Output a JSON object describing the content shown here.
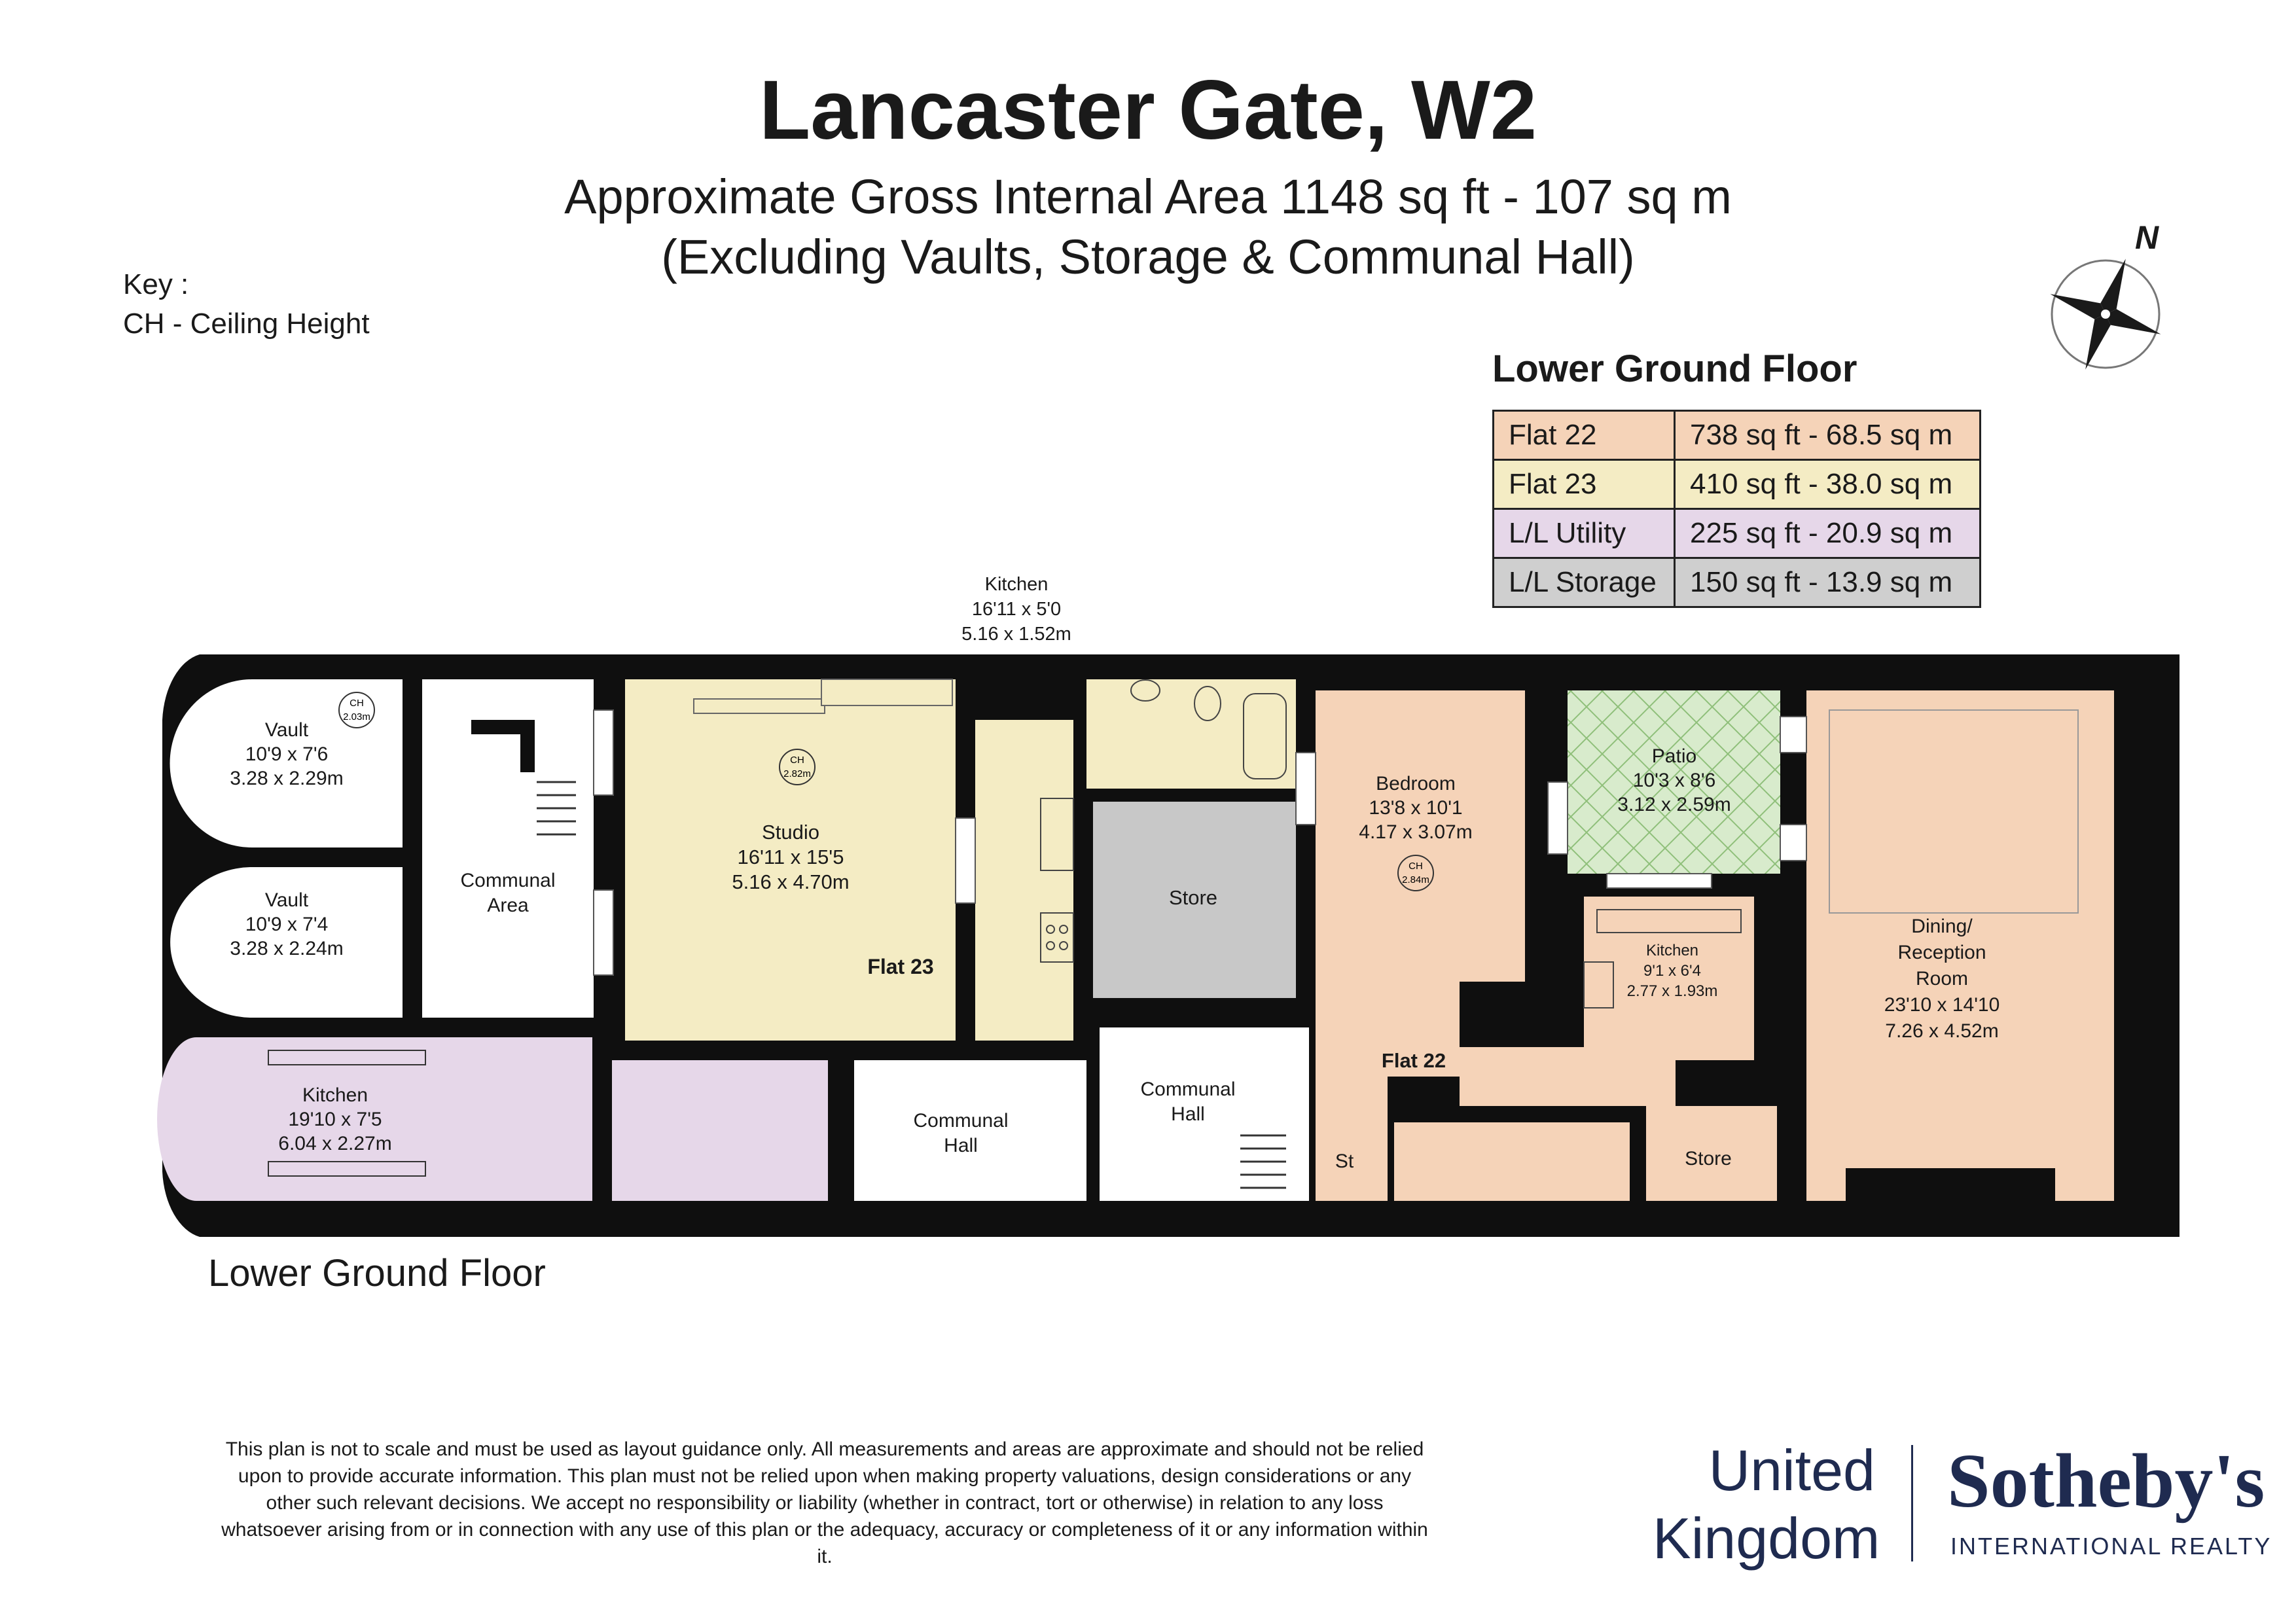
{
  "header": {
    "title": "Lancaster Gate, W2",
    "subtitle_line1": "Approximate Gross Internal Area 1148 sq ft - 107 sq m",
    "subtitle_line2": "(Excluding Vaults, Storage & Communal Hall)"
  },
  "key": {
    "line1": "Key :",
    "line2": "CH - Ceiling Height"
  },
  "compass": {
    "label": "N"
  },
  "areas": {
    "title": "Lower Ground Floor",
    "rows": [
      {
        "name": "Flat 22",
        "value": "738 sq ft - 68.5 sq m",
        "color": "#f5d3b8"
      },
      {
        "name": "Flat 23",
        "value": "410 sq ft - 38.0 sq m",
        "color": "#f4ecc4"
      },
      {
        "name": "L/L Utility",
        "value": "225 sq ft - 20.9 sq m",
        "color": "#e6d7e9"
      },
      {
        "name": "L/L Storage",
        "value": "150 sq ft - 13.9 sq m",
        "color": "#cfcfcf"
      }
    ]
  },
  "colors": {
    "wall": "#0f0f0f",
    "flat22": "#f5d3b8",
    "flat23": "#f4ecc4",
    "utility": "#e6d7e9",
    "storage": "#c8c8c8",
    "patio": "#d8ebcc",
    "patio_lines": "#8fbf7a",
    "brand": "#1f2b50"
  },
  "rooms": {
    "vault1": {
      "name": "Vault",
      "imperial": "10'9 x 7'6",
      "metric": "3.28 x 2.29m"
    },
    "vault2": {
      "name": "Vault",
      "imperial": "10'9 x 7'4",
      "metric": "3.28 x 2.24m"
    },
    "communal_area": {
      "line1": "Communal",
      "line2": "Area"
    },
    "util_kitchen": {
      "name": "Kitchen",
      "imperial": "19'10 x 7'5",
      "metric": "6.04 x 2.27m"
    },
    "studio": {
      "name": "Studio",
      "imperial": "16'11 x 15'5",
      "metric": "5.16 x 4.70m"
    },
    "flat23_label": "Flat 23",
    "flat23_kitchen": {
      "name": "Kitchen",
      "imperial": "16'11 x 5'0",
      "metric": "5.16 x 1.52m"
    },
    "store_mid": "Store",
    "communal_hall1": {
      "line1": "Communal",
      "line2": "Hall"
    },
    "communal_hall2": {
      "line1": "Communal",
      "line2": "Hall"
    },
    "bedroom": {
      "name": "Bedroom",
      "imperial": "13'8 x 10'1",
      "metric": "4.17 x 3.07m"
    },
    "patio": {
      "name": "Patio",
      "imperial": "10'3 x 8'6",
      "metric": "3.12 x 2.59m"
    },
    "flat22_kitchen": {
      "name": "Kitchen",
      "imperial": "9'1 x 6'4",
      "metric": "2.77 x 1.93m"
    },
    "flat22_label": "Flat 22",
    "st": "St",
    "store_right": "Store",
    "dining": {
      "line1": "Dining/",
      "line2": "Reception",
      "line3": "Room",
      "imperial": "23'10 x 14'10",
      "metric": "7.26 x 4.52m"
    }
  },
  "ceiling_heights": {
    "vault": {
      "label": "CH",
      "value": "2.03m"
    },
    "studio": {
      "label": "CH",
      "value": "2.82m"
    },
    "bedroom": {
      "label": "CH",
      "value": "2.84m"
    }
  },
  "plan_caption": "Lower Ground Floor",
  "disclaimer": "This plan is not to scale and must be used as layout guidance only. All measurements and areas are approximate and should not be relied upon to provide accurate information. This plan must not be relied upon when making property valuations, design considerations or any other such relevant decisions. We accept no responsibility or liability (whether in contract, tort or otherwise) in relation to any loss whatsoever arising from or in connection with any use of this plan or the adequacy, accuracy or completeness of it or any information within it.",
  "brand": {
    "region_line1": "United",
    "region_line2": "Kingdom",
    "name": "Sotheby's",
    "sub": "INTERNATIONAL REALTY"
  }
}
